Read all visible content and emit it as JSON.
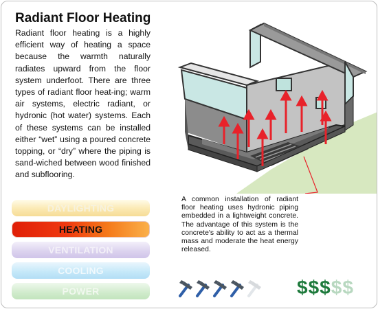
{
  "title": "Radiant Floor Heating",
  "body": "Radiant floor heating is a highly efficient way of heating a space because the warmth naturally radiates upward from the floor system underfoot.  There are three types of radiant floor heat-ing; warm air systems, electric radiant, or hydronic (hot water) systems.  Each of these systems can be installed either “wet” using a poured concrete topping, or “dry” where the piping is sand-wiched between wood finished and subflooring.",
  "caption": "A common installation of radiant floor heating uses hydronic piping embedded in a lightweight concrete.  The advantage of this system is the concrete's ability to act as a thermal mass and moderate the heat energy released.",
  "nav": {
    "daylighting": "DAYLIGHTING",
    "heating": "HEATING",
    "ventilation": "VENTILATION",
    "cooling": "COOLING",
    "power": "POWER"
  },
  "difficulty_rating": {
    "value": 4,
    "max": 5,
    "icon": "hammer-icon"
  },
  "cost_rating": {
    "value": 3,
    "max": 5,
    "symbol": "$",
    "active_color": "#1e7a3c",
    "inactive_color": "#b8d8c0"
  },
  "colors": {
    "heat_arrow": "#e8222a",
    "active_tab": "#e01f07"
  }
}
